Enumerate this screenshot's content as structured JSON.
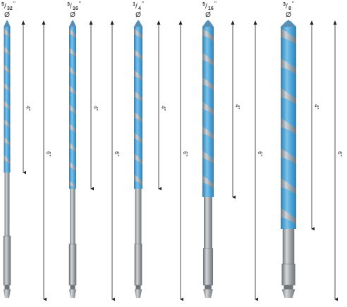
{
  "bits": [
    {
      "size_whole": "5",
      "size_den": "32",
      "inch_mark": "\"",
      "diameter_symbol": "Ø",
      "flute_length": "4\"",
      "overall_length": "6\""
    },
    {
      "size_whole": "3",
      "size_den": "16",
      "inch_mark": "\"",
      "diameter_symbol": "Ø",
      "flute_length": "4\"",
      "overall_length": "6\""
    },
    {
      "size_whole": "1",
      "size_den": "4",
      "inch_mark": "\"",
      "diameter_symbol": "Ø",
      "flute_length": "4\"",
      "overall_length": "6\""
    },
    {
      "size_whole": "5",
      "size_den": "16",
      "inch_mark": "\"",
      "diameter_symbol": "Ø",
      "flute_length": "4\"",
      "overall_length": "6\""
    },
    {
      "size_whole": "3",
      "size_den": "8",
      "inch_mark": "\"",
      "diameter_symbol": "Ø",
      "flute_length": "4\"",
      "overall_length": "6\""
    }
  ],
  "colors": {
    "coating": "#4aa3d8",
    "coating_dark": "#2f7fb5",
    "steel": "#a9adb1",
    "steel_dark": "#6f7478",
    "dimension_line": "#222222"
  }
}
